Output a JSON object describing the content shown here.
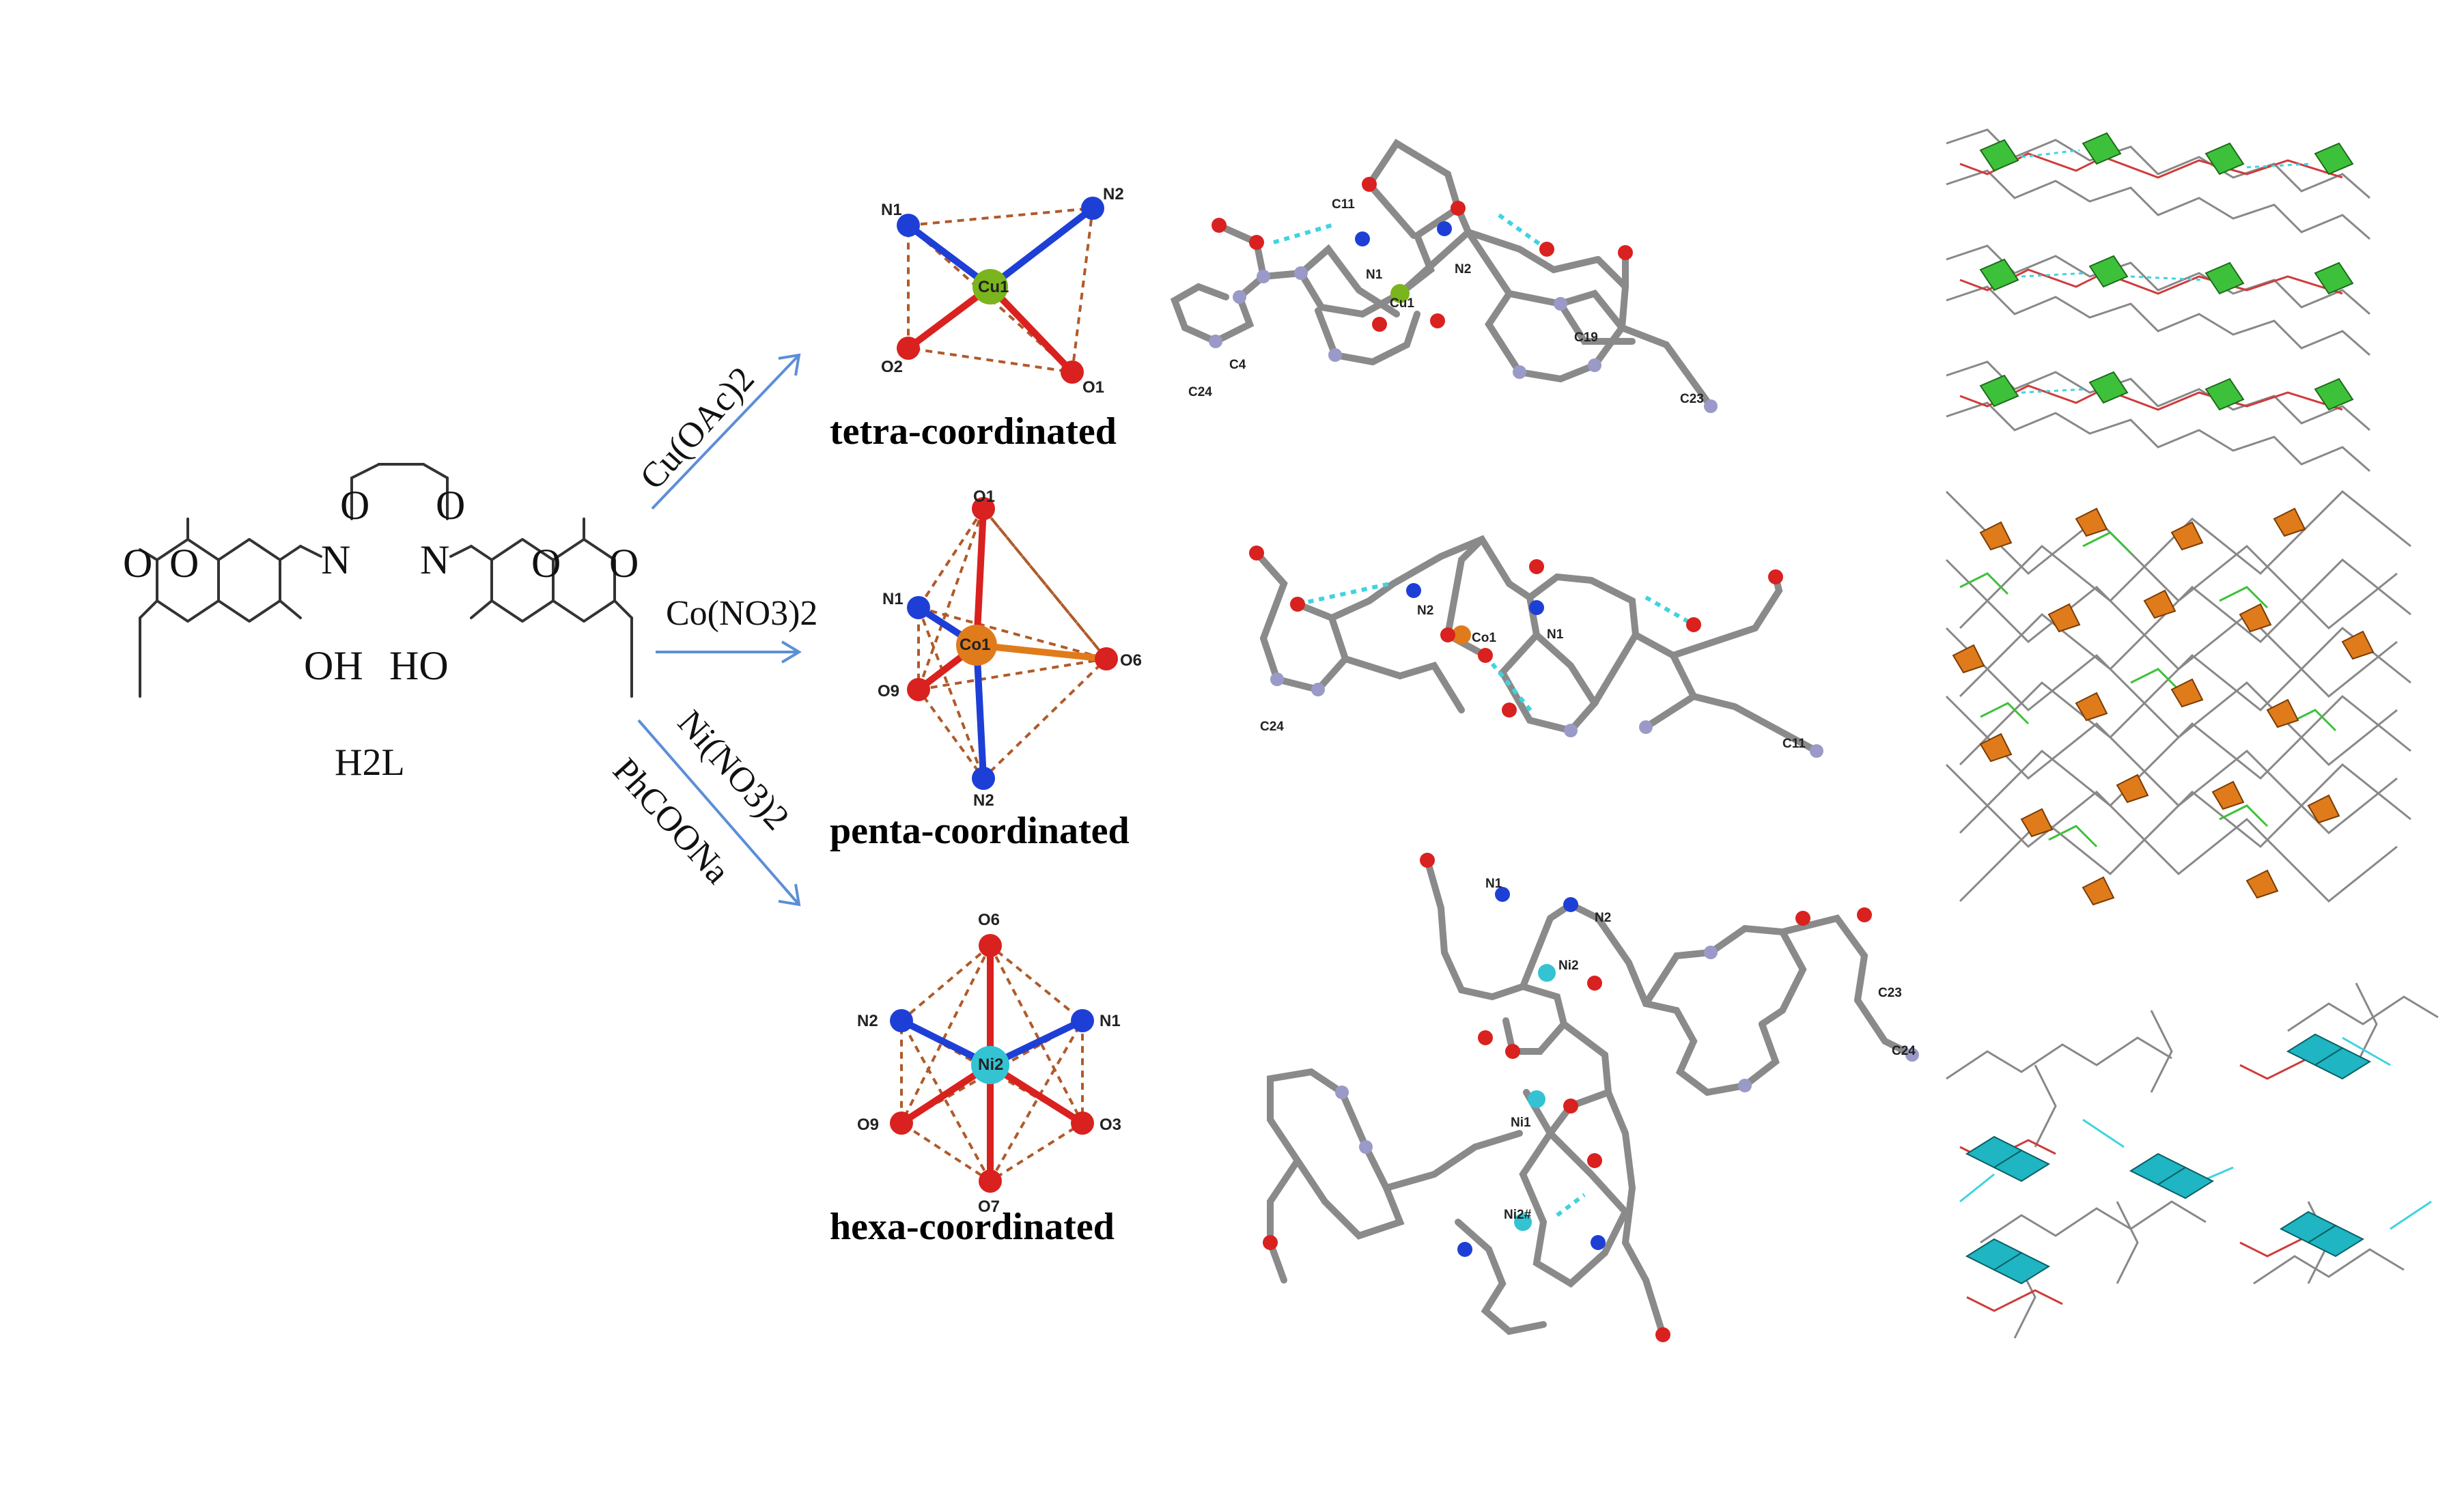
{
  "ligand": {
    "name": "H2L",
    "oh_left": "OH",
    "oh_right": "HO",
    "n_left": "N",
    "n_right": "N",
    "o_top_left": "O",
    "o_top_right": "O"
  },
  "reactions": [
    {
      "reagents": "Cu(OAc)2",
      "coordination": "tetra-coordinated",
      "metal": "Cu1",
      "color": "#7ab51d"
    },
    {
      "reagents": "Co(NO3)2",
      "coordination": "penta-coordinated",
      "metal": "Co1",
      "color": "#e07b1c"
    },
    {
      "reagents": "Ni(NO3)2 / PhCOONa",
      "coordination": "hexa-coordinated",
      "metal": "Ni2",
      "color": "#33c3d3"
    }
  ],
  "reagent_lines": {
    "cu": "Cu(OAc)2",
    "co": "Co(NO3)2",
    "ni": "Ni(NO3)2",
    "ph": "PhCOONa"
  },
  "poly_labels": {
    "cu": [
      "N1",
      "N2",
      "O2",
      "O1",
      "Cu1"
    ],
    "co": [
      "O1",
      "N1",
      "O9",
      "O6",
      "N2",
      "Co1"
    ],
    "ni": [
      "O6",
      "N2",
      "N1",
      "O9",
      "O3",
      "O7",
      "Ni2"
    ]
  },
  "colors": {
    "N": "#1e3fd6",
    "O": "#d9211f",
    "C": "#9a9ac8",
    "arrow": "#5b8fd6",
    "hbond": "#3fd3e0",
    "dashed": "#b05a2a"
  }
}
